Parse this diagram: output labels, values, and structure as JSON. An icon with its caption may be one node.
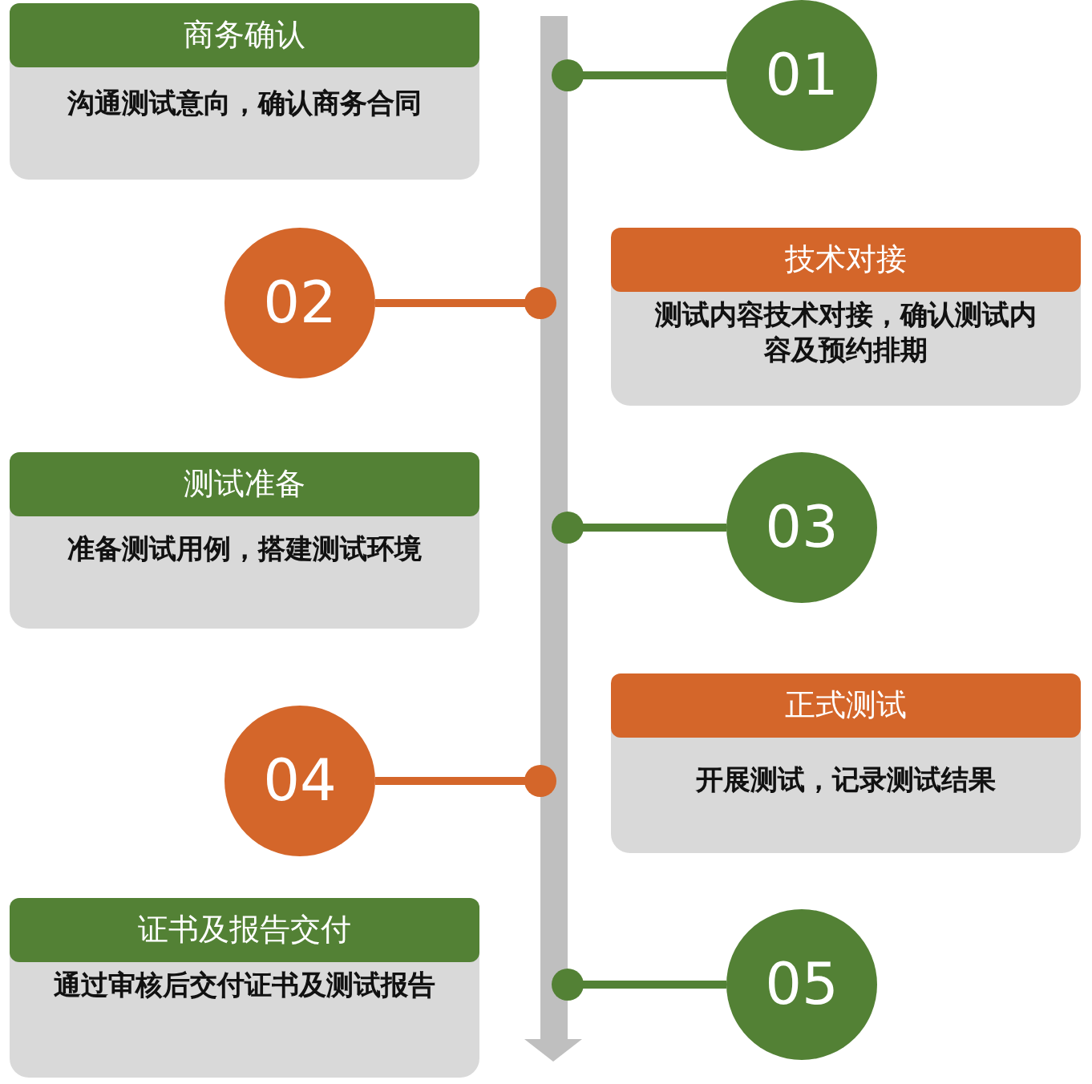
{
  "diagram": {
    "nodes": [
      {
        "text": [
          "商务确认",
          "沟通测试意向，确认商务合同"
        ]
      },
      {
        "text": [
          "01"
        ]
      },
      {
        "text": [
          "02"
        ]
      },
      {
        "text": [
          "技术对接",
          "测试内容技术对接，确认测试内容及预约排期"
        ]
      },
      {
        "text": [
          "测试准备",
          "准备测试用例，搭建测试环境"
        ]
      },
      {
        "text": [
          "03"
        ]
      },
      {
        "text": [
          "04"
        ]
      },
      {
        "text": [
          "正式测试",
          "开展测试，记录测试结果"
        ]
      },
      {
        "text": [
          "证书及报告交付",
          "通过审核后交付证书及测试报告"
        ]
      },
      {
        "text": [
          "05"
        ]
      },
      {
        "text": [],
        "shape": "bar"
      }
    ],
    "edges": [
      {
        "from": 1,
        "to": 10,
        "arrow": "other",
        "color": "#538135"
      },
      {
        "from": 2,
        "to": 10,
        "arrow": "other",
        "color": "#d4662a"
      },
      {
        "from": 5,
        "to": 10,
        "arrow": "other",
        "color": "#538135"
      },
      {
        "from": 6,
        "to": 10,
        "arrow": "other",
        "color": "#d4662a"
      },
      {
        "from": 9,
        "to": 10,
        "arrow": "other",
        "color": "#538135"
      }
    ]
  }
}
